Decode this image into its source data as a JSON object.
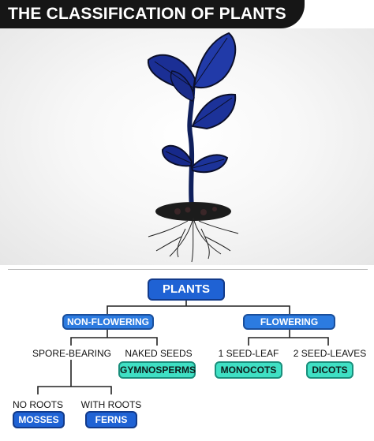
{
  "title": "THE CLASSIFICATION OF PLANTS",
  "colors": {
    "plant": "#18318f",
    "root_node": "#1f62d4",
    "group_node": "#2c7be0",
    "leaf_node_teal": "#3fe0c4",
    "leaf_node_blue": "#1f62d4",
    "connector": "#222222"
  },
  "tree": {
    "root": "PLANTS",
    "non_flowering": "NON-FLOWERING",
    "flowering": "FLOWERING",
    "spore_bearing": "SPORE-BEARING",
    "naked_seeds": "NAKED SEEDS",
    "gymnosperms": "GYMNOSPERMS",
    "one_seed_leaf": "1 SEED-LEAF",
    "monocots": "MONOCOTS",
    "two_seed_leaves": "2 SEED-LEAVES",
    "dicots": "DICOTS",
    "no_roots": "NO ROOTS",
    "mosses": "MOSSES",
    "with_roots": "WITH ROOTS",
    "ferns": "FERNS"
  }
}
